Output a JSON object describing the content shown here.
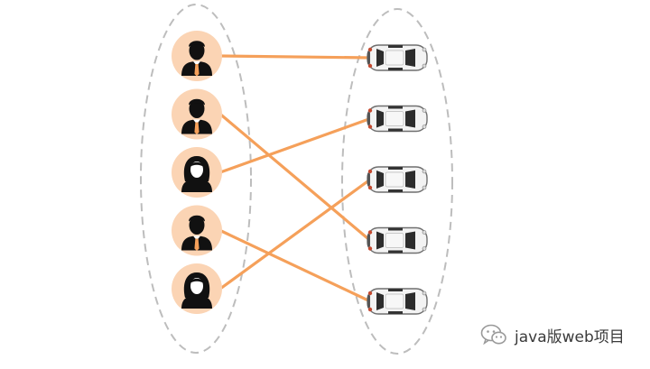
{
  "diagram": {
    "people": [
      {
        "type": "man"
      },
      {
        "type": "man"
      },
      {
        "type": "woman"
      },
      {
        "type": "man"
      },
      {
        "type": "woman"
      }
    ],
    "cars": [
      {},
      {},
      {},
      {},
      {}
    ],
    "connections": [
      [
        0,
        0
      ],
      [
        1,
        3
      ],
      [
        2,
        1
      ],
      [
        3,
        4
      ],
      [
        4,
        2
      ]
    ],
    "colors": {
      "line": "#f5a05a",
      "avatar_bg": "#fbd4b4",
      "ellipse_stroke": "#bdbdbd",
      "silhouette": "#111111"
    }
  },
  "watermark": {
    "text": "java版web项目",
    "icon": "wechat-icon"
  }
}
